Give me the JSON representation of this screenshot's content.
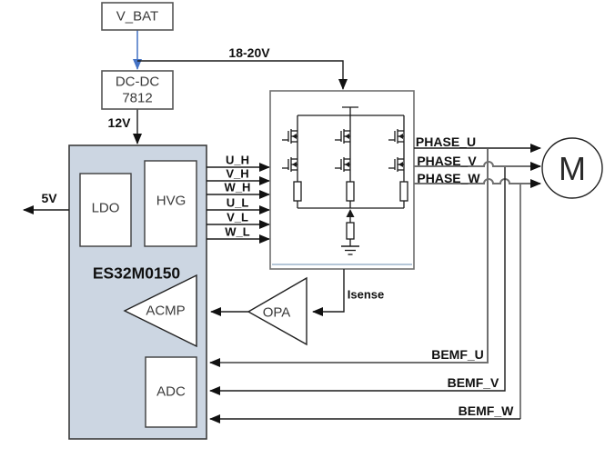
{
  "colors": {
    "accent_blue": "#4472c4",
    "mcu_fill": "#ccd6e2",
    "line_black": "#1a1a1a",
    "line_gray": "#6f6f6f",
    "bridge_inner_line": "#b5c7d8"
  },
  "blocks": {
    "vbat": {
      "label": "V_BAT"
    },
    "dcdc": {
      "line1": "DC-DC",
      "line2": "7812"
    },
    "mcu": {
      "label": "ES32M0150",
      "ldo": "LDO",
      "hvg": "HVG",
      "acmp": "ACMP",
      "adc": "ADC"
    },
    "opa": {
      "label": "OPA"
    },
    "motor": {
      "label": "M"
    }
  },
  "signals": {
    "rail_18_20v": "18-20V",
    "rail_12v": "12V",
    "rail_5v": "5V",
    "isense": "Isense",
    "gates": [
      "U_H",
      "V_H",
      "W_H",
      "U_L",
      "V_L",
      "W_L"
    ],
    "phases": [
      "PHASE_U",
      "PHASE_V",
      "PHASE_W"
    ],
    "bemf": [
      "BEMF_U",
      "BEMF_V",
      "BEMF_W"
    ]
  }
}
